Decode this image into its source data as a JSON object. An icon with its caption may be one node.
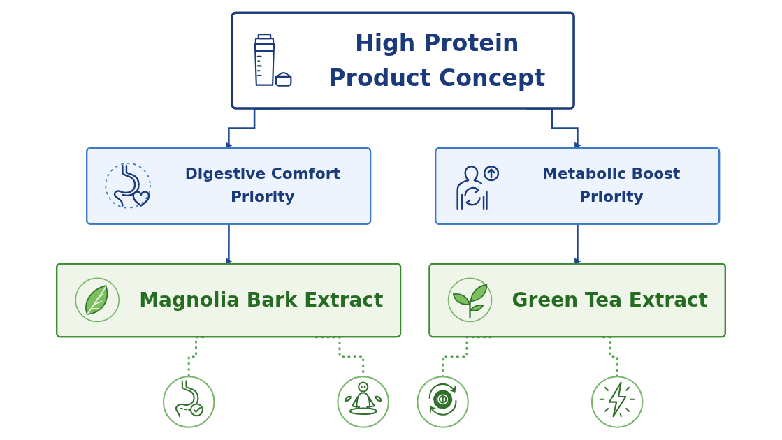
{
  "diagram": {
    "nodes": [
      {
        "text": [
          "High Protein Product Concept"
        ]
      },
      {
        "text": [
          "Digestive Comfort Priority"
        ]
      },
      {
        "text": [
          "Metabolic Boost Priority"
        ]
      },
      {
        "text": [
          "Magnolia Bark Extract"
        ]
      },
      {
        "text": [
          "Green Tea Extract"
        ]
      },
      {
        "text": [],
        "shape": "circle"
      },
      {
        "text": [],
        "shape": "circle"
      },
      {
        "text": [],
        "shape": "circle"
      },
      {
        "text": [],
        "shape": "circle"
      }
    ],
    "edges": [
      {
        "from": 0,
        "to": 1,
        "arrow": "to"
      },
      {
        "from": 0,
        "to": 2,
        "arrow": "to"
      },
      {
        "from": 1,
        "to": 3,
        "arrow": "to"
      },
      {
        "from": 2,
        "to": 4,
        "arrow": "to"
      },
      {
        "from": 3,
        "to": 5,
        "arrow": "none",
        "style": "dashed",
        "color": "#5fa65a"
      },
      {
        "from": 3,
        "to": 6,
        "arrow": "none",
        "style": "dashed",
        "color": "#5fa65a"
      },
      {
        "from": 4,
        "to": 7,
        "arrow": "none",
        "style": "dashed",
        "color": "#5fa65a"
      },
      {
        "from": 4,
        "to": 8,
        "arrow": "none",
        "style": "dashed",
        "color": "#5fa65a"
      }
    ]
  }
}
